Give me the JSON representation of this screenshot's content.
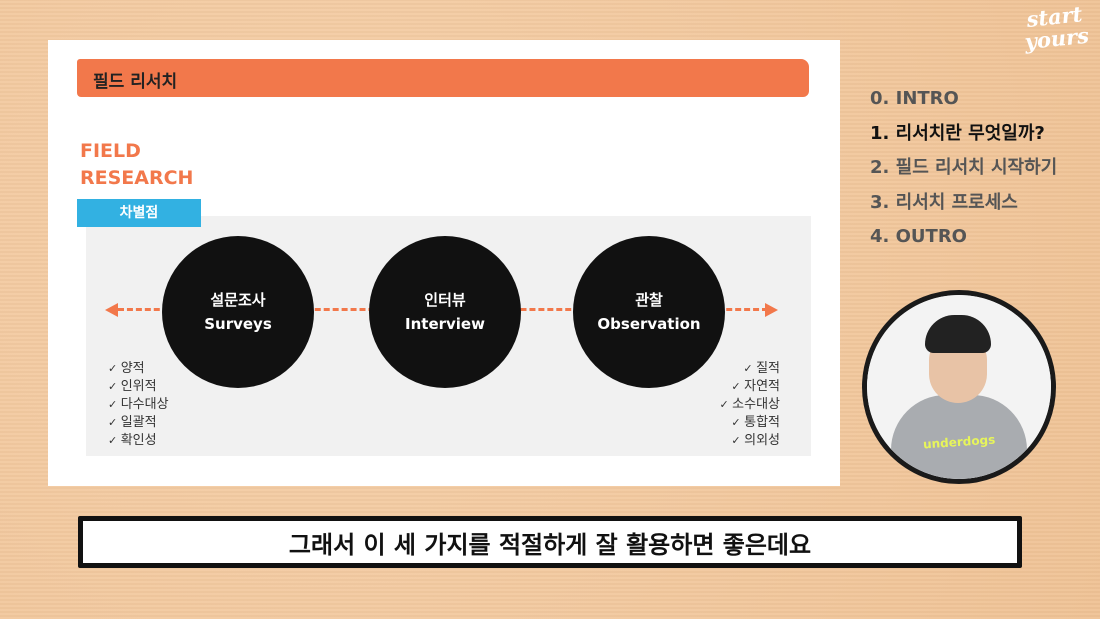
{
  "logo": {
    "line1": "start",
    "line2": "yours"
  },
  "slide": {
    "title": "필드 리서치",
    "field_title_line1": "FIELD",
    "field_title_line2": "RESEARCH",
    "badge": "차별점",
    "circles": [
      {
        "ko": "설문조사",
        "en": "Surveys"
      },
      {
        "ko": "인터뷰",
        "en": "Interview"
      },
      {
        "ko": "관찰",
        "en": "Observation"
      }
    ],
    "left_list": [
      "양적",
      "인위적",
      "다수대상",
      "일괄적",
      "확인성"
    ],
    "right_list": [
      "질적",
      "자연적",
      "소수대상",
      "통합적",
      "의외성"
    ]
  },
  "toc": {
    "items": [
      "0. INTRO",
      "1. 리서치란 무엇일까?",
      "2. 필드 리서치 시작하기",
      "3. 리서치 프로세스",
      "4. OUTRO"
    ],
    "active_index": 1
  },
  "webcam": {
    "shirt_print": "underdogs"
  },
  "subtitle": "그래서 이 세 가지를 적절하게 잘 활용하면 좋은데요",
  "colors": {
    "accent_orange": "#f2784b",
    "badge_blue": "#32b1e2",
    "background": "#f2c9a0"
  }
}
